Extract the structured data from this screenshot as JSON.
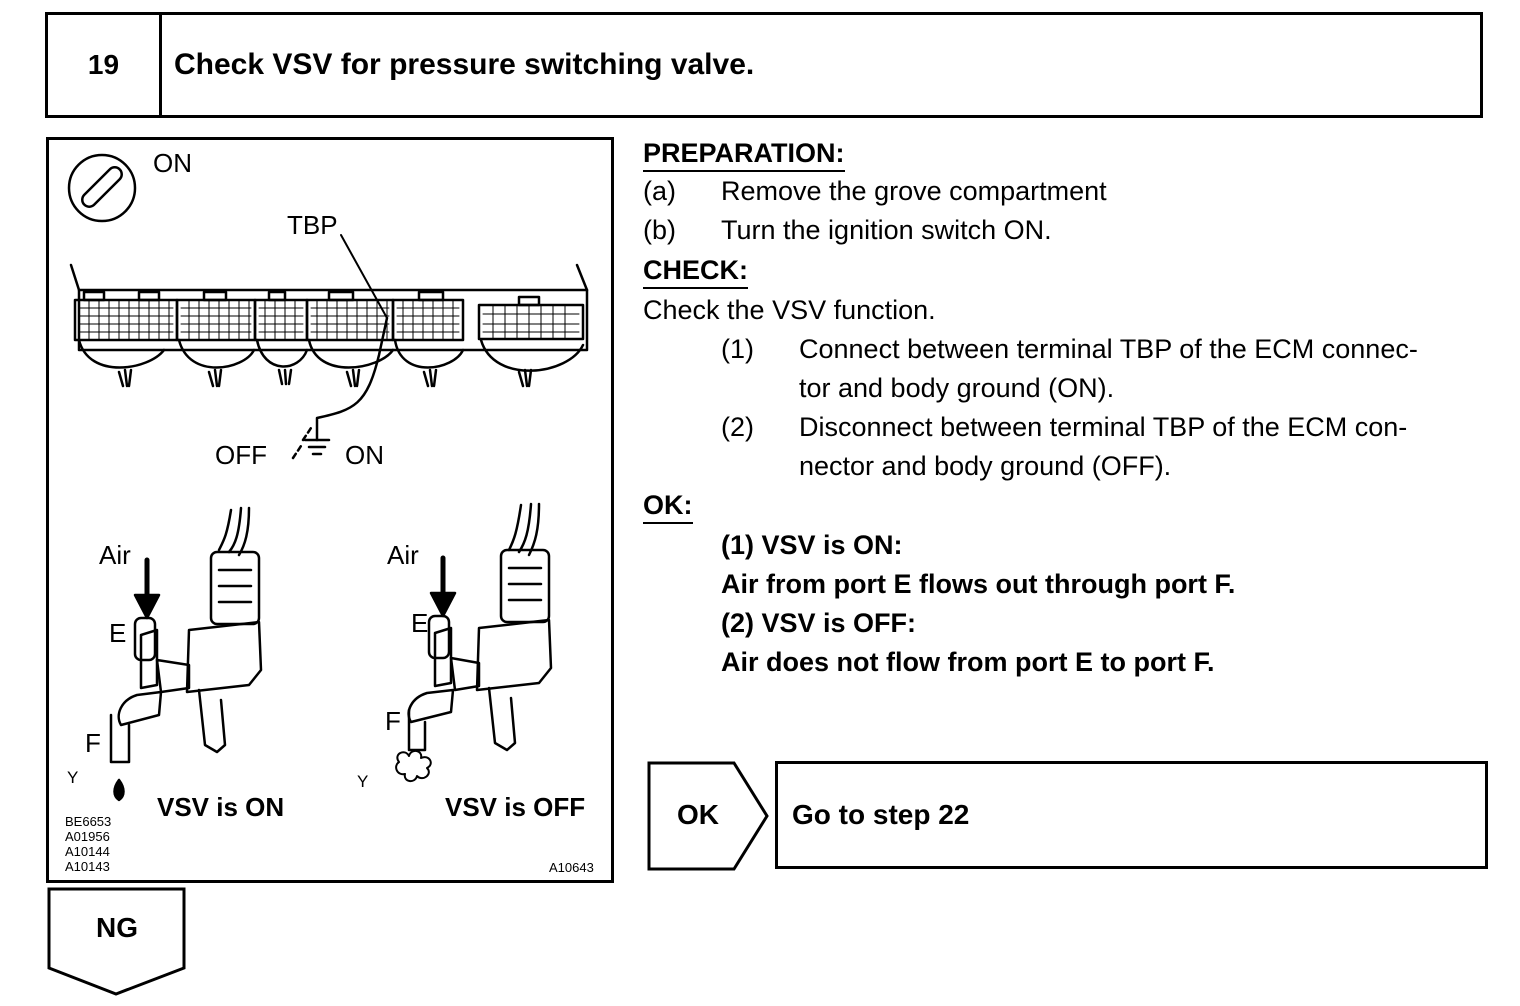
{
  "header": {
    "step_number": "19",
    "title": "Check VSV for pressure switching valve."
  },
  "figure": {
    "ignition_label": "ON",
    "terminal_label": "TBP",
    "off_label": "OFF",
    "on_label": "ON",
    "air_left": "Air",
    "air_right": "Air",
    "port_e_left": "E",
    "port_e_right": "E",
    "port_f_left": "F",
    "port_f_right": "F",
    "y_left": "Y",
    "y_right": "Y",
    "caption_on": "VSV is ON",
    "caption_off": "VSV is OFF",
    "codes": [
      "BE6653",
      "A01956",
      "A10144",
      "A10143"
    ],
    "figure_code": "A10643"
  },
  "instructions": {
    "preparation_heading": "PREPARATION:",
    "prep_a_marker": "(a)",
    "prep_a_text": "Remove the grove compartment",
    "prep_b_marker": "(b)",
    "prep_b_text": "Turn the ignition switch ON.",
    "check_heading": "CHECK:",
    "check_intro": "Check the VSV function.",
    "check_1_marker": "(1)",
    "check_1_line1": "Connect between terminal TBP of the ECM connec-",
    "check_1_line2": "tor and body ground (ON).",
    "check_2_marker": "(2)",
    "check_2_line1": "Disconnect between terminal TBP of the ECM con-",
    "check_2_line2": "nector and body ground (OFF).",
    "ok_heading": "OK:",
    "ok_1_title": "(1) VSV is ON:",
    "ok_1_text": "Air from port E flows out through port F.",
    "ok_2_title": "(2) VSV is OFF:",
    "ok_2_text": "Air does not flow from port E to port F."
  },
  "result": {
    "ok_label": "OK",
    "ok_action": "Go to step 22",
    "ng_label": "NG"
  }
}
